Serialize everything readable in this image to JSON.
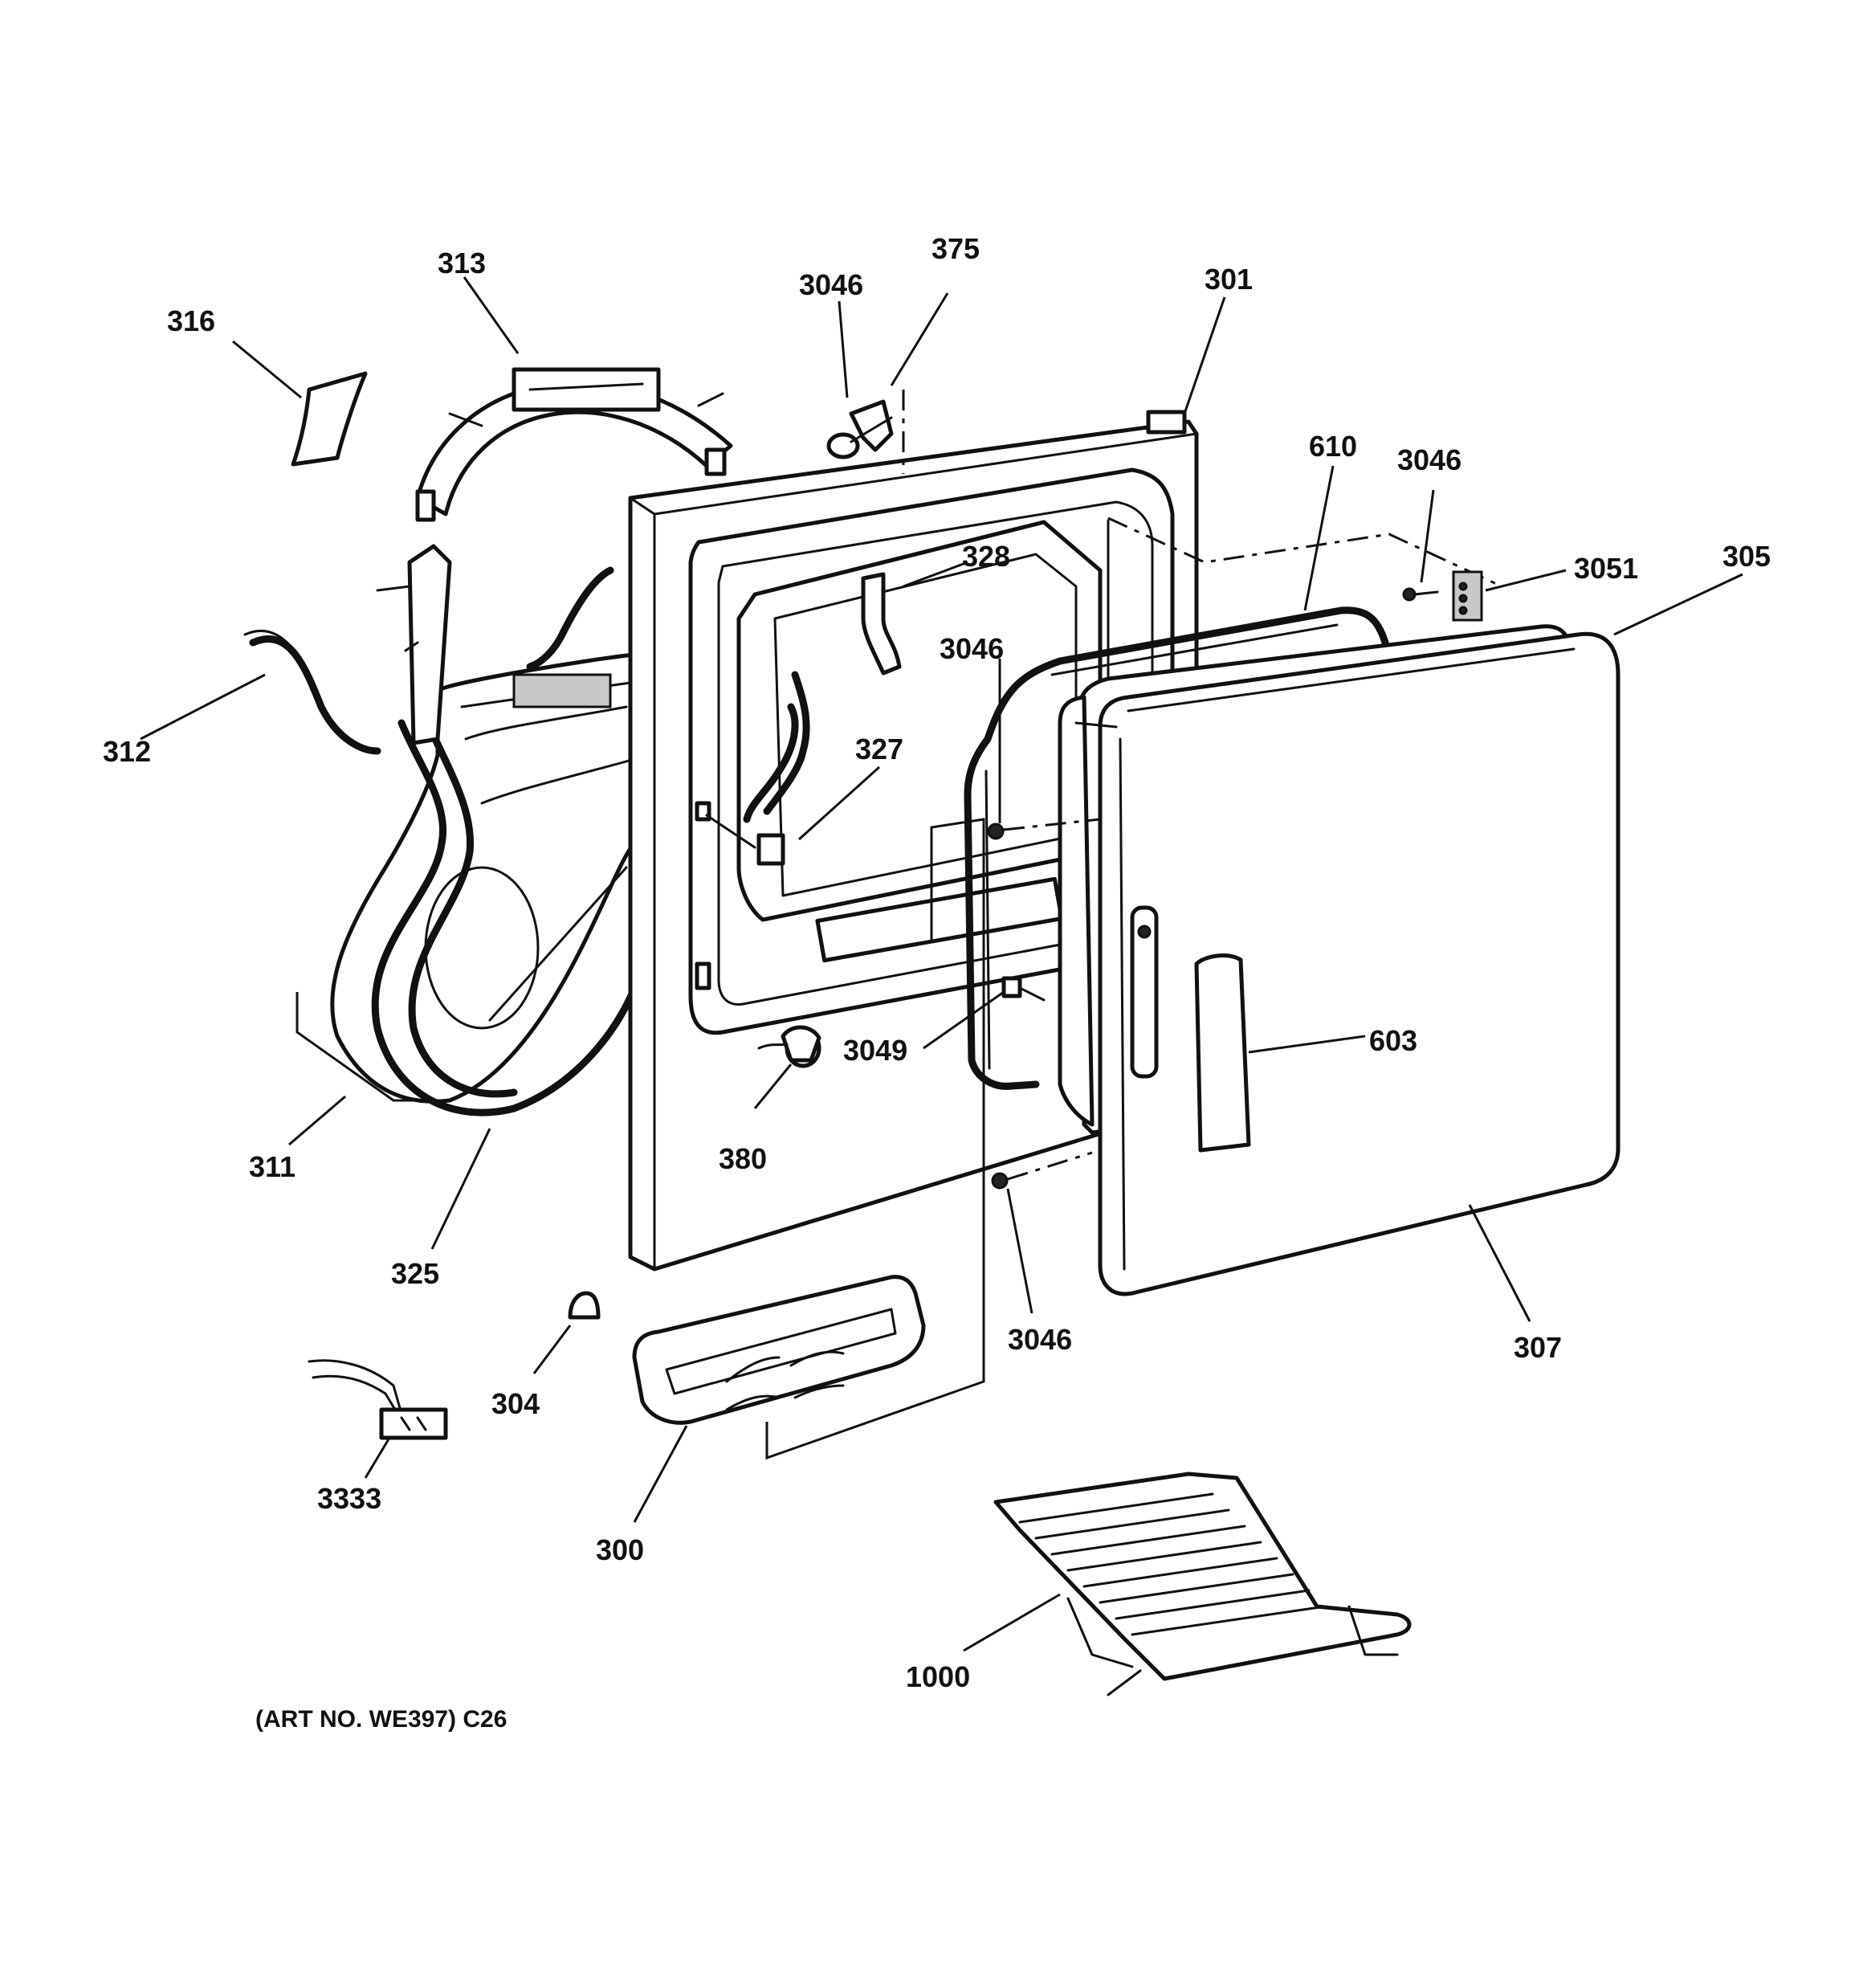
{
  "callouts": {
    "c313": "313",
    "c316": "316",
    "c3046_top": "3046",
    "c375": "375",
    "c301": "301",
    "c610": "610",
    "c3046_right": "3046",
    "c3051": "3051",
    "c305": "305",
    "c328": "328",
    "c3046_door": "3046",
    "c327": "327",
    "c312": "312",
    "c3049": "3049",
    "c603": "603",
    "c380": "380",
    "c311": "311",
    "c325": "325",
    "c3046_bottom": "3046",
    "c307": "307",
    "c304": "304",
    "c3333": "3333",
    "c300": "300",
    "c1000": "1000"
  },
  "caption": "(ART NO. WE397) C26"
}
